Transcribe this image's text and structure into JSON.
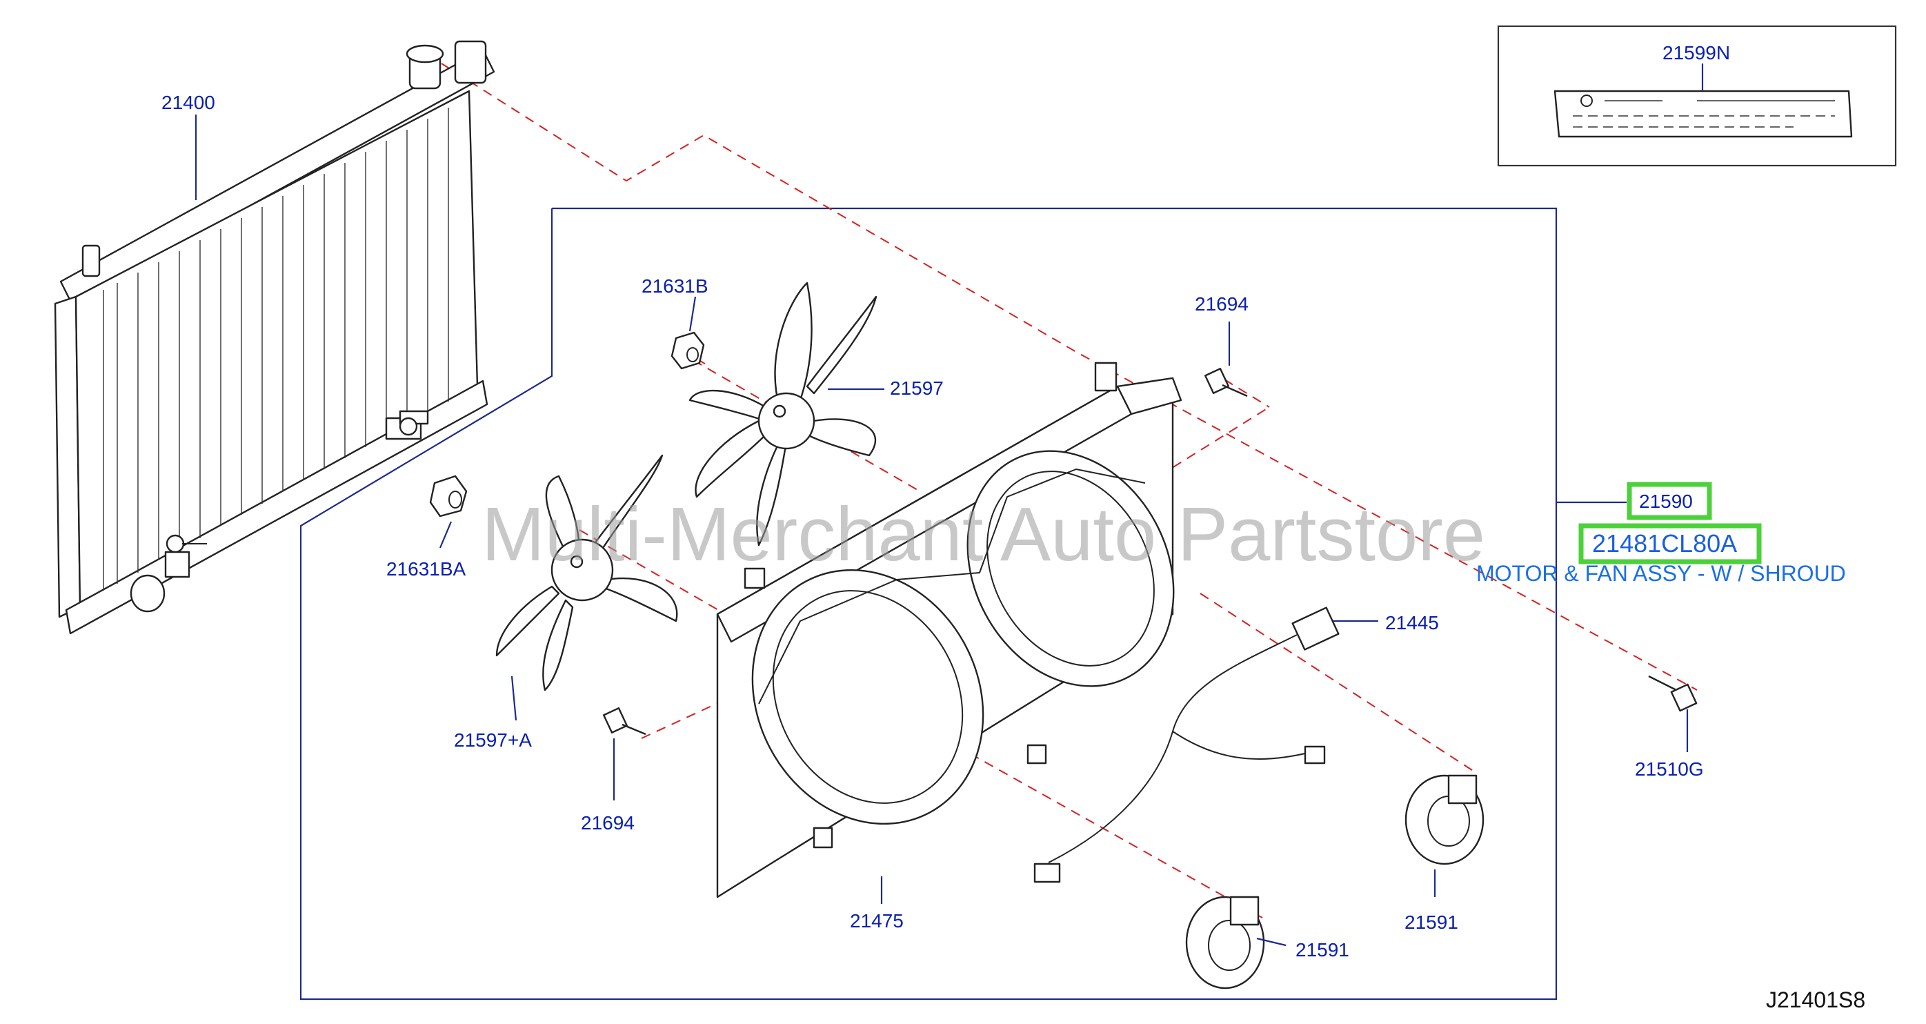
{
  "labels": {
    "p21400": "21400",
    "p21631B": "21631B",
    "p21597": "21597",
    "p21694_top": "21694",
    "p21631BA": "21631BA",
    "p21597A": "21597+A",
    "p21694_bottom": "21694",
    "p21475": "21475",
    "p21591_left": "21591",
    "p21591_right": "21591",
    "p21445": "21445",
    "p21590": "21590",
    "p21481": "21481CL80A",
    "desc": "MOTOR & FAN ASSY - W / SHROUD",
    "p21510G": "21510G",
    "p21599N": "21599N"
  },
  "diagram_code": "J21401S8",
  "watermark": "Multi-Merchant Auto Partstore",
  "colors": {
    "label": "#0a1fb0",
    "leader": "#1c2a8c",
    "dashed_line": "#d62020",
    "highlight": "#4cd13a",
    "description": "#1a6fe8"
  }
}
